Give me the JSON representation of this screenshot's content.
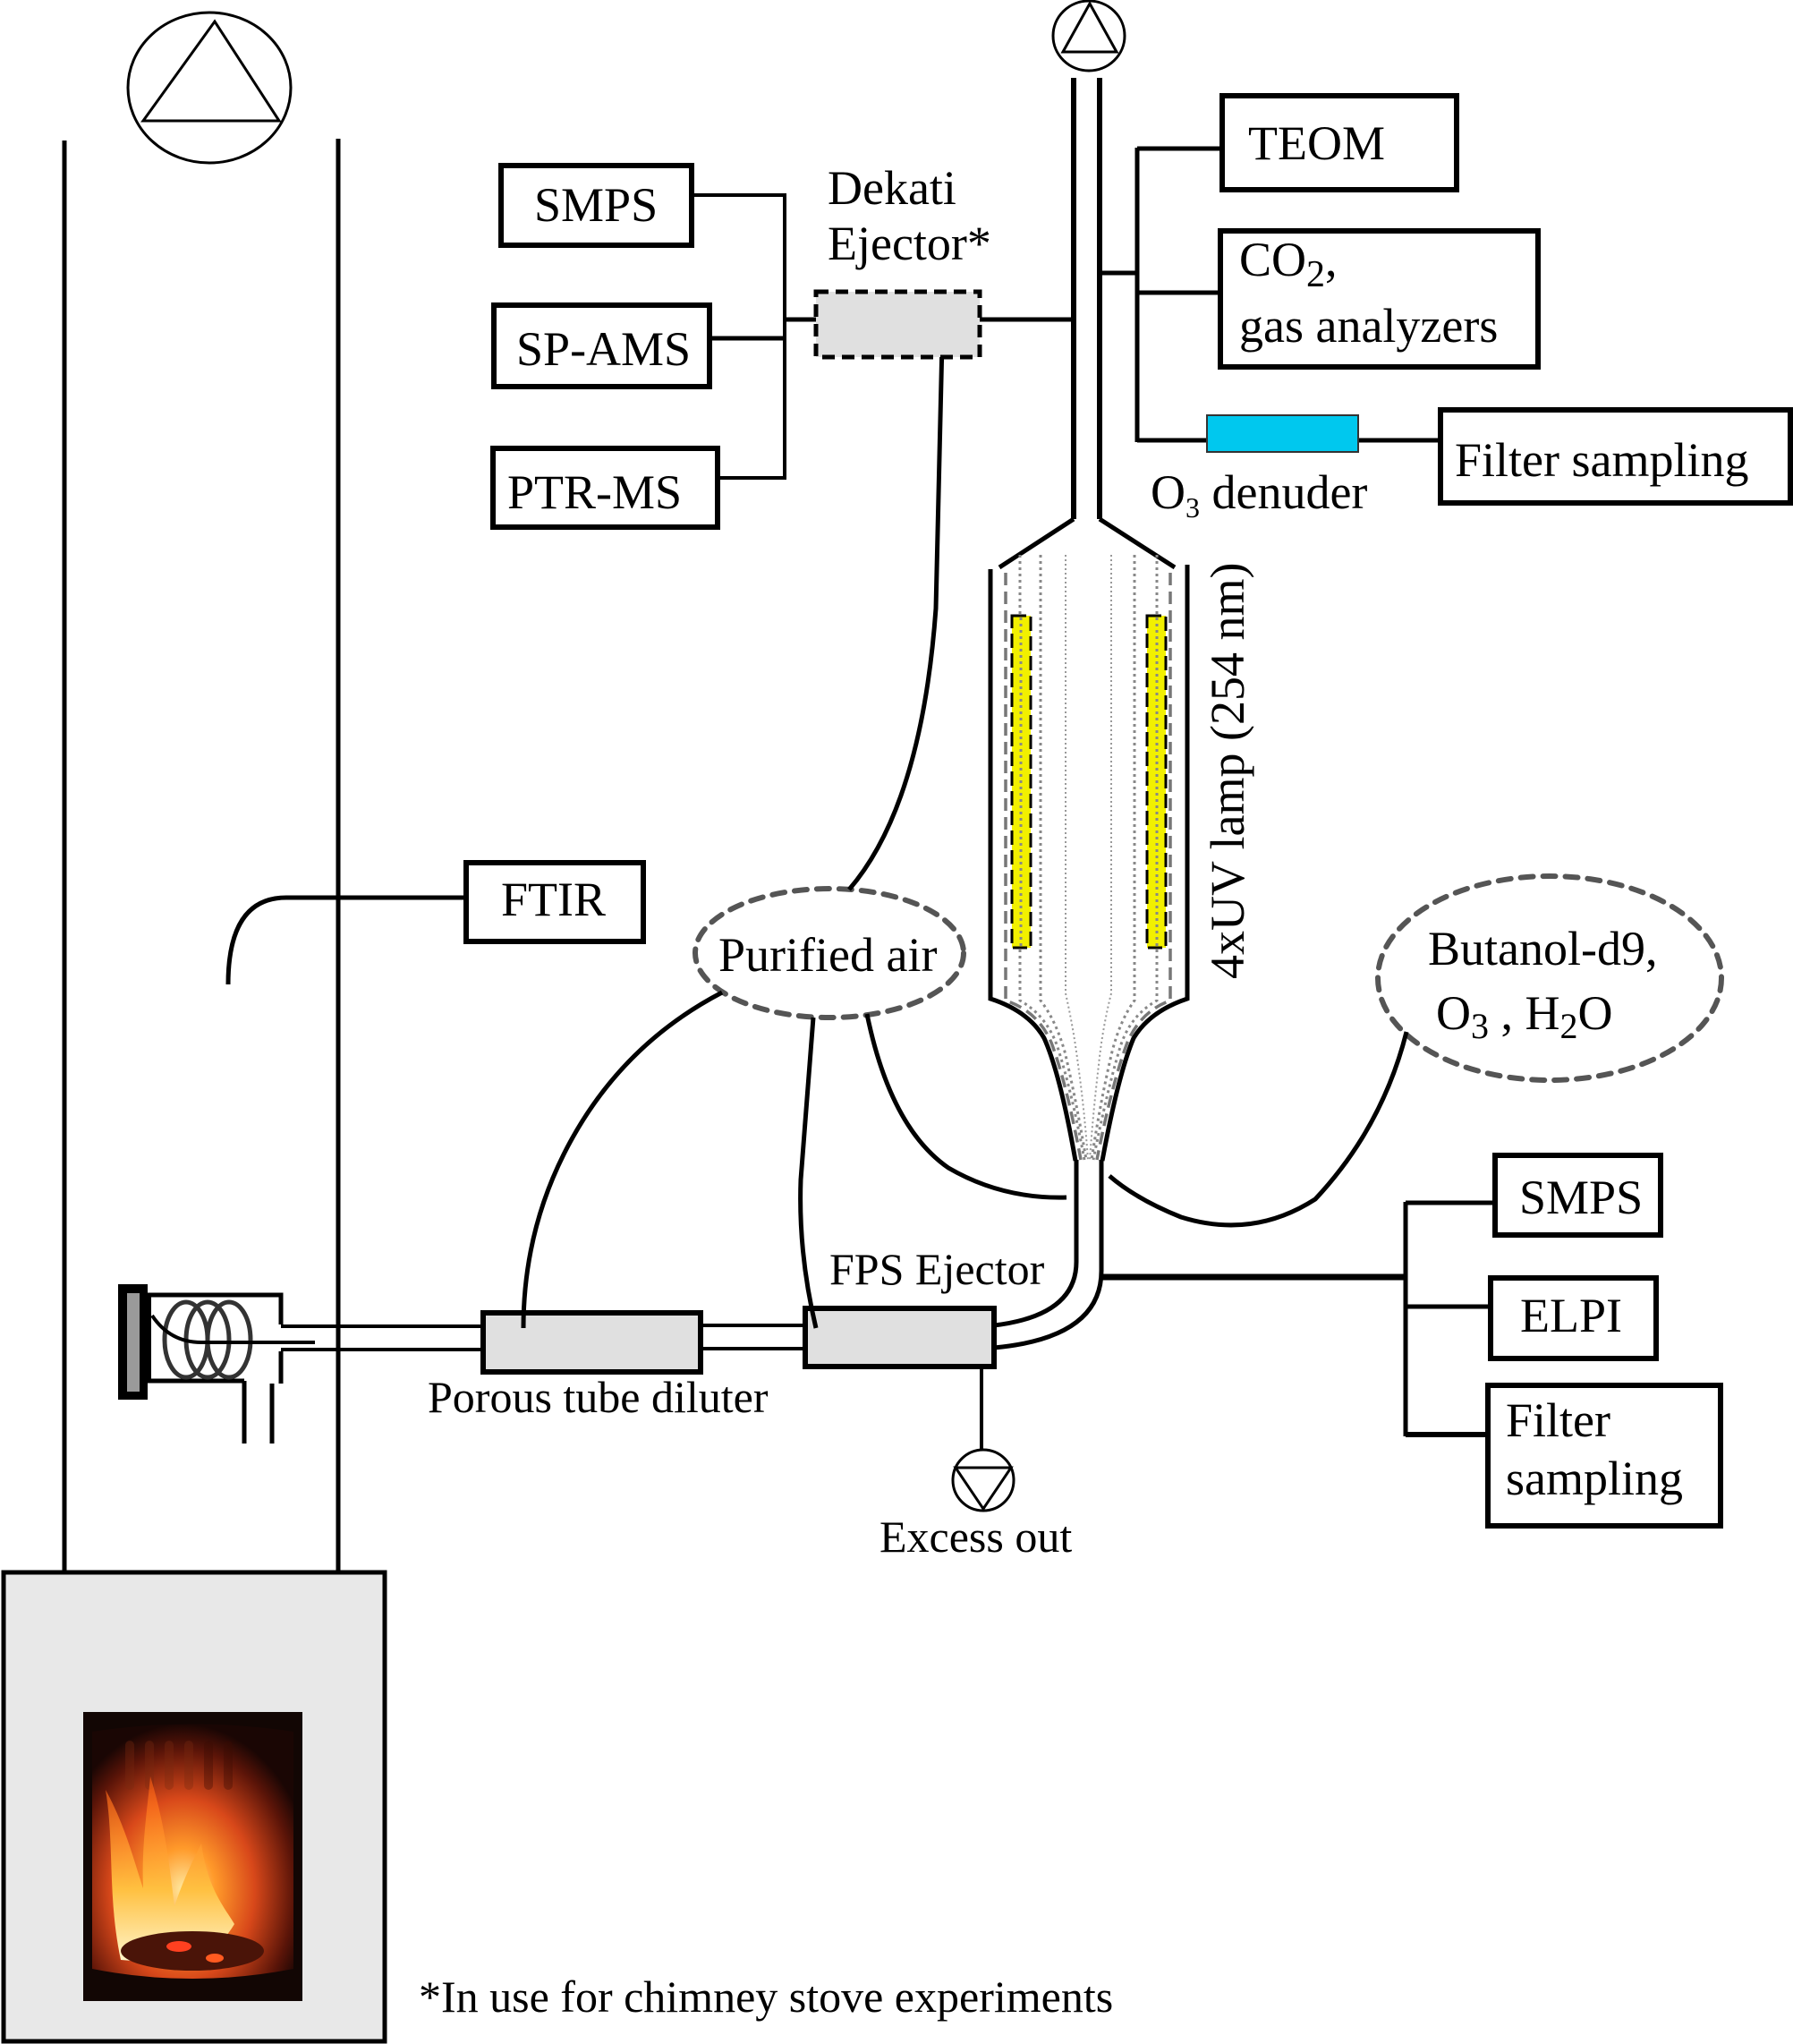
{
  "figure": {
    "footnote": "*In use for chimney stove experiments"
  },
  "instruments_left": {
    "smps": "SMPS",
    "sp_ams": "SP-AMS",
    "ptr_ms": "PTR-MS"
  },
  "dekati": {
    "line1": "Dekati",
    "line2": "Ejector*"
  },
  "instruments_top_right": {
    "teom": "TEOM",
    "co2_main": "CO",
    "co2_sub": "2",
    "co2_tail": ",",
    "gas_analyzers": "gas analyzers",
    "filter_sampling": "Filter sampling"
  },
  "denuder": {
    "prefix": "O",
    "sub": "3",
    "suffix": " denuder",
    "color": "#00c8ee"
  },
  "reactor": {
    "uv_label": "4xUV lamp (254 nm)",
    "lamp_color": "#f2f000"
  },
  "ftir": "FTIR",
  "purified_air": "Purified air",
  "oxidants": {
    "line1": "Butanol-d9,",
    "o3_main": "O",
    "o3_sub": "3",
    "separator": " , H",
    "h2o_sub": "2",
    "h2o_tail": "O"
  },
  "dilution": {
    "porous_tube": "Porous tube diluter",
    "fps_ejector": "FPS Ejector",
    "excess_out": "Excess out"
  },
  "instruments_bottom_right": {
    "smps": "SMPS",
    "elpi": "ELPI",
    "filter_line1": "Filter",
    "filter_line2": "sampling"
  }
}
